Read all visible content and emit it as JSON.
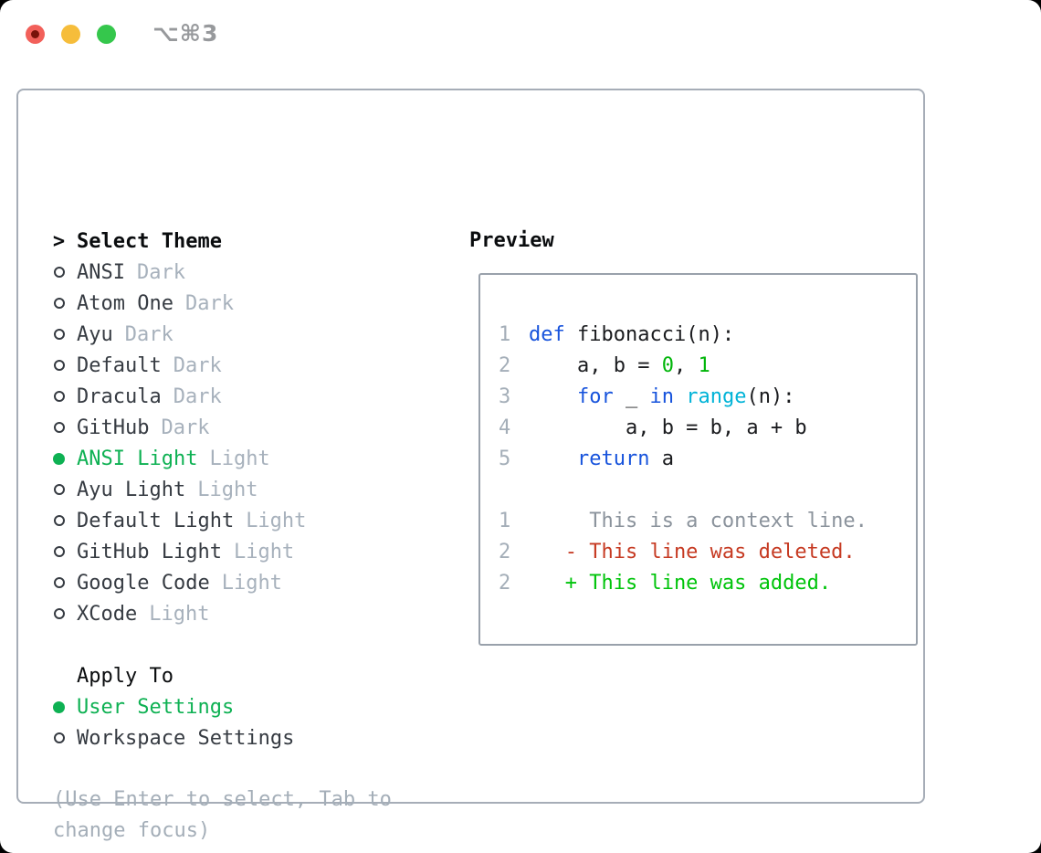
{
  "window": {
    "title": "⌥⌘3",
    "traffic_lights": [
      {
        "name": "close",
        "color": "#f2605a"
      },
      {
        "name": "minimize",
        "color": "#f6bd3b"
      },
      {
        "name": "zoom",
        "color": "#35c74c"
      }
    ]
  },
  "theme_panel": {
    "prompt": ">",
    "title": "Select Theme",
    "items": [
      {
        "name": "ANSI",
        "tag": "Dark",
        "selected": false
      },
      {
        "name": "Atom One",
        "tag": "Dark",
        "selected": false
      },
      {
        "name": "Ayu",
        "tag": "Dark",
        "selected": false
      },
      {
        "name": "Default",
        "tag": "Dark",
        "selected": false
      },
      {
        "name": "Dracula",
        "tag": "Dark",
        "selected": false
      },
      {
        "name": "GitHub",
        "tag": "Dark",
        "selected": false
      },
      {
        "name": "ANSI Light",
        "tag": "Light",
        "selected": true
      },
      {
        "name": "Ayu Light",
        "tag": "Light",
        "selected": false
      },
      {
        "name": "Default Light",
        "tag": "Light",
        "selected": false
      },
      {
        "name": "GitHub Light",
        "tag": "Light",
        "selected": false
      },
      {
        "name": "Google Code",
        "tag": "Light",
        "selected": false
      },
      {
        "name": "XCode",
        "tag": "Light",
        "selected": false
      }
    ],
    "apply_to": {
      "title": "Apply To",
      "options": [
        {
          "label": "User Settings",
          "selected": true
        },
        {
          "label": "Workspace Settings",
          "selected": false
        }
      ]
    },
    "help_text": "(Use Enter to select, Tab to change focus)"
  },
  "preview_panel": {
    "title": "Preview",
    "code_lines": [
      {
        "num": "1",
        "segments": [
          {
            "t": "def",
            "c": "keyword"
          },
          {
            "t": " fibonacci(n):",
            "c": "plain"
          }
        ]
      },
      {
        "num": "2",
        "segments": [
          {
            "t": "    a, b = ",
            "c": "plain"
          },
          {
            "t": "0",
            "c": "number"
          },
          {
            "t": ", ",
            "c": "plain"
          },
          {
            "t": "1",
            "c": "number"
          }
        ]
      },
      {
        "num": "3",
        "segments": [
          {
            "t": "    ",
            "c": "plain"
          },
          {
            "t": "for",
            "c": "keyword"
          },
          {
            "t": " _ ",
            "c": "plain"
          },
          {
            "t": "in",
            "c": "keyword"
          },
          {
            "t": " ",
            "c": "plain"
          },
          {
            "t": "range",
            "c": "builtin"
          },
          {
            "t": "(n):",
            "c": "plain"
          }
        ]
      },
      {
        "num": "4",
        "segments": [
          {
            "t": "        a, b = b, a + b",
            "c": "plain"
          }
        ]
      },
      {
        "num": "5",
        "segments": [
          {
            "t": "    ",
            "c": "plain"
          },
          {
            "t": "return",
            "c": "keyword"
          },
          {
            "t": " a",
            "c": "plain"
          }
        ]
      }
    ],
    "diff_lines": [
      {
        "num": "1",
        "segments": [
          {
            "t": "     This is a context line.",
            "c": "context"
          }
        ]
      },
      {
        "num": "2",
        "segments": [
          {
            "t": "   - This line was deleted.",
            "c": "deleted"
          }
        ]
      },
      {
        "num": "2",
        "segments": [
          {
            "t": "   + This line was added.",
            "c": "added"
          }
        ]
      }
    ]
  },
  "colors": {
    "accent_green": "#0eb153",
    "marker": "#363b42",
    "label": "#363b42",
    "tag": "#a7b1bc",
    "help": "#a4aeb8",
    "line_number": "#a4aeb8",
    "keyword": "#1753dc",
    "builtin": "#00b3d7",
    "number": "#00b509",
    "plain": "#1a1b1e",
    "context": "#8b939c",
    "deleted": "#c63a22",
    "added": "#00c40b",
    "border": "#a6adb7",
    "preview_border": "#99a1ab",
    "title": "#97999c",
    "traffic_red": "#f2605a",
    "traffic_red_dot": "#79120a",
    "traffic_yellow": "#f6bd3b",
    "traffic_green": "#35c74c"
  }
}
